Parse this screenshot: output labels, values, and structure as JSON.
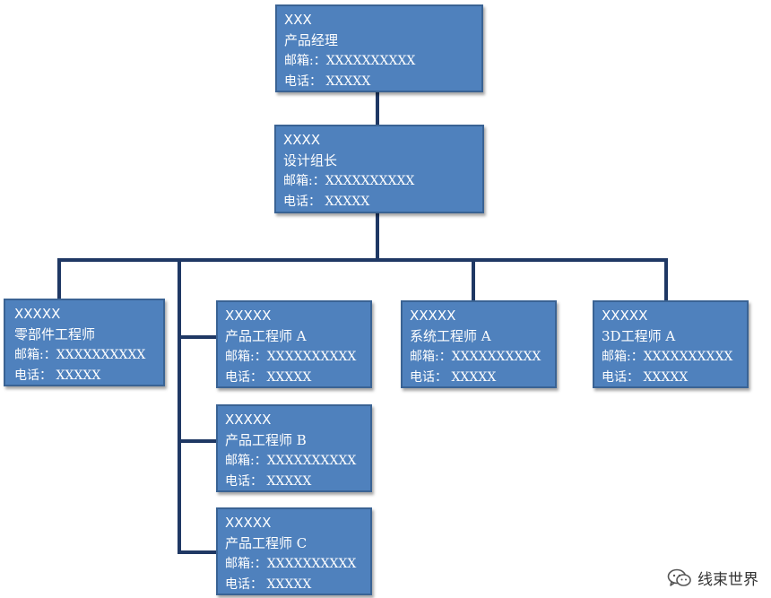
{
  "colors": {
    "box_fill": "#4f81bd",
    "box_border": "#3a6394",
    "connector": "#1f3864",
    "text": "#ffffff"
  },
  "nodes": {
    "pm": {
      "name": "XXX",
      "title": "产品经理",
      "email": "邮箱:：XXXXXXXXXX",
      "phone": "电话： XXXXX"
    },
    "lead": {
      "name": "XXXX",
      "title": "设计组长",
      "email": "邮箱:：XXXXXXXXXX",
      "phone": "电话： XXXXX"
    },
    "parts": {
      "name": "XXXXX",
      "title": "零部件工程师",
      "email": "邮箱:：XXXXXXXXXX",
      "phone": "电话： XXXXX"
    },
    "prod_a": {
      "name": "XXXXX",
      "title": "产品工程师 A",
      "email": "邮箱:：XXXXXXXXXX",
      "phone": "电话： XXXXX"
    },
    "prod_b": {
      "name": "XXXXX",
      "title": "产品工程师 B",
      "email": "邮箱:：XXXXXXXXXX",
      "phone": "电话： XXXXX"
    },
    "prod_c": {
      "name": "XXXXX",
      "title": "产品工程师 C",
      "email": "邮箱:：XXXXXXXXXX",
      "phone": "电话： XXXXX"
    },
    "sys_a": {
      "name": "XXXXX",
      "title": "系统工程师 A",
      "email": "邮箱:：XXXXXXXXXX",
      "phone": "电话： XXXXX"
    },
    "d3_a": {
      "name": "XXXXX",
      "title": "3D工程师 A",
      "email": "邮箱:：XXXXXXXXXX",
      "phone": "电话： XXXXX"
    }
  },
  "watermark": {
    "icon": "wechat-icon",
    "text": "线束世界"
  }
}
